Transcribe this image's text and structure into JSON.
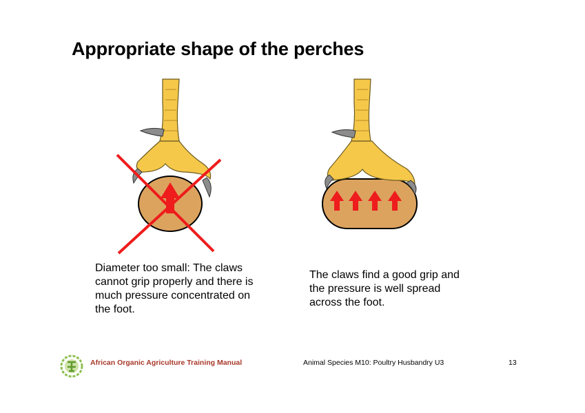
{
  "slide": {
    "title": "Appropriate shape of the perches"
  },
  "left": {
    "caption": "Diameter too small: The claws\ncannot grip properly and there is\nmuch pressure concentrated on\nthe foot."
  },
  "right": {
    "caption": "The claws find a good grip and\nthe pressure is well spread\nacross the foot."
  },
  "footer": {
    "organization": "African Organic Agriculture Training Manual",
    "module": "Animal Species M10: Poultry Husbandry U3",
    "page": "13"
  },
  "colors": {
    "perch_fill": "#dca35f",
    "foot_fill": "#f5c84a",
    "claw_fill": "#8c8c8c",
    "arrow_red": "#ee1c1c",
    "footer_red": "#a8382a",
    "logo_green": "#8dbf4f"
  }
}
